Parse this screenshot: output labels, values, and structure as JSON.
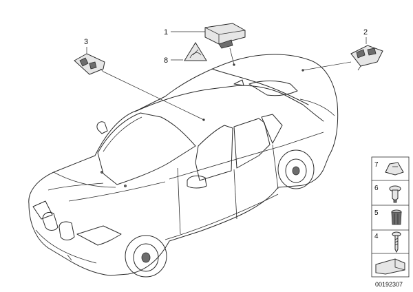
{
  "callouts": {
    "c1": "1",
    "c2": "2",
    "c3": "3",
    "c8": "8"
  },
  "panel": {
    "p7": "7",
    "p6a": "6",
    "p6b": "5",
    "p4": "4"
  },
  "diagram_id": "00192307"
}
